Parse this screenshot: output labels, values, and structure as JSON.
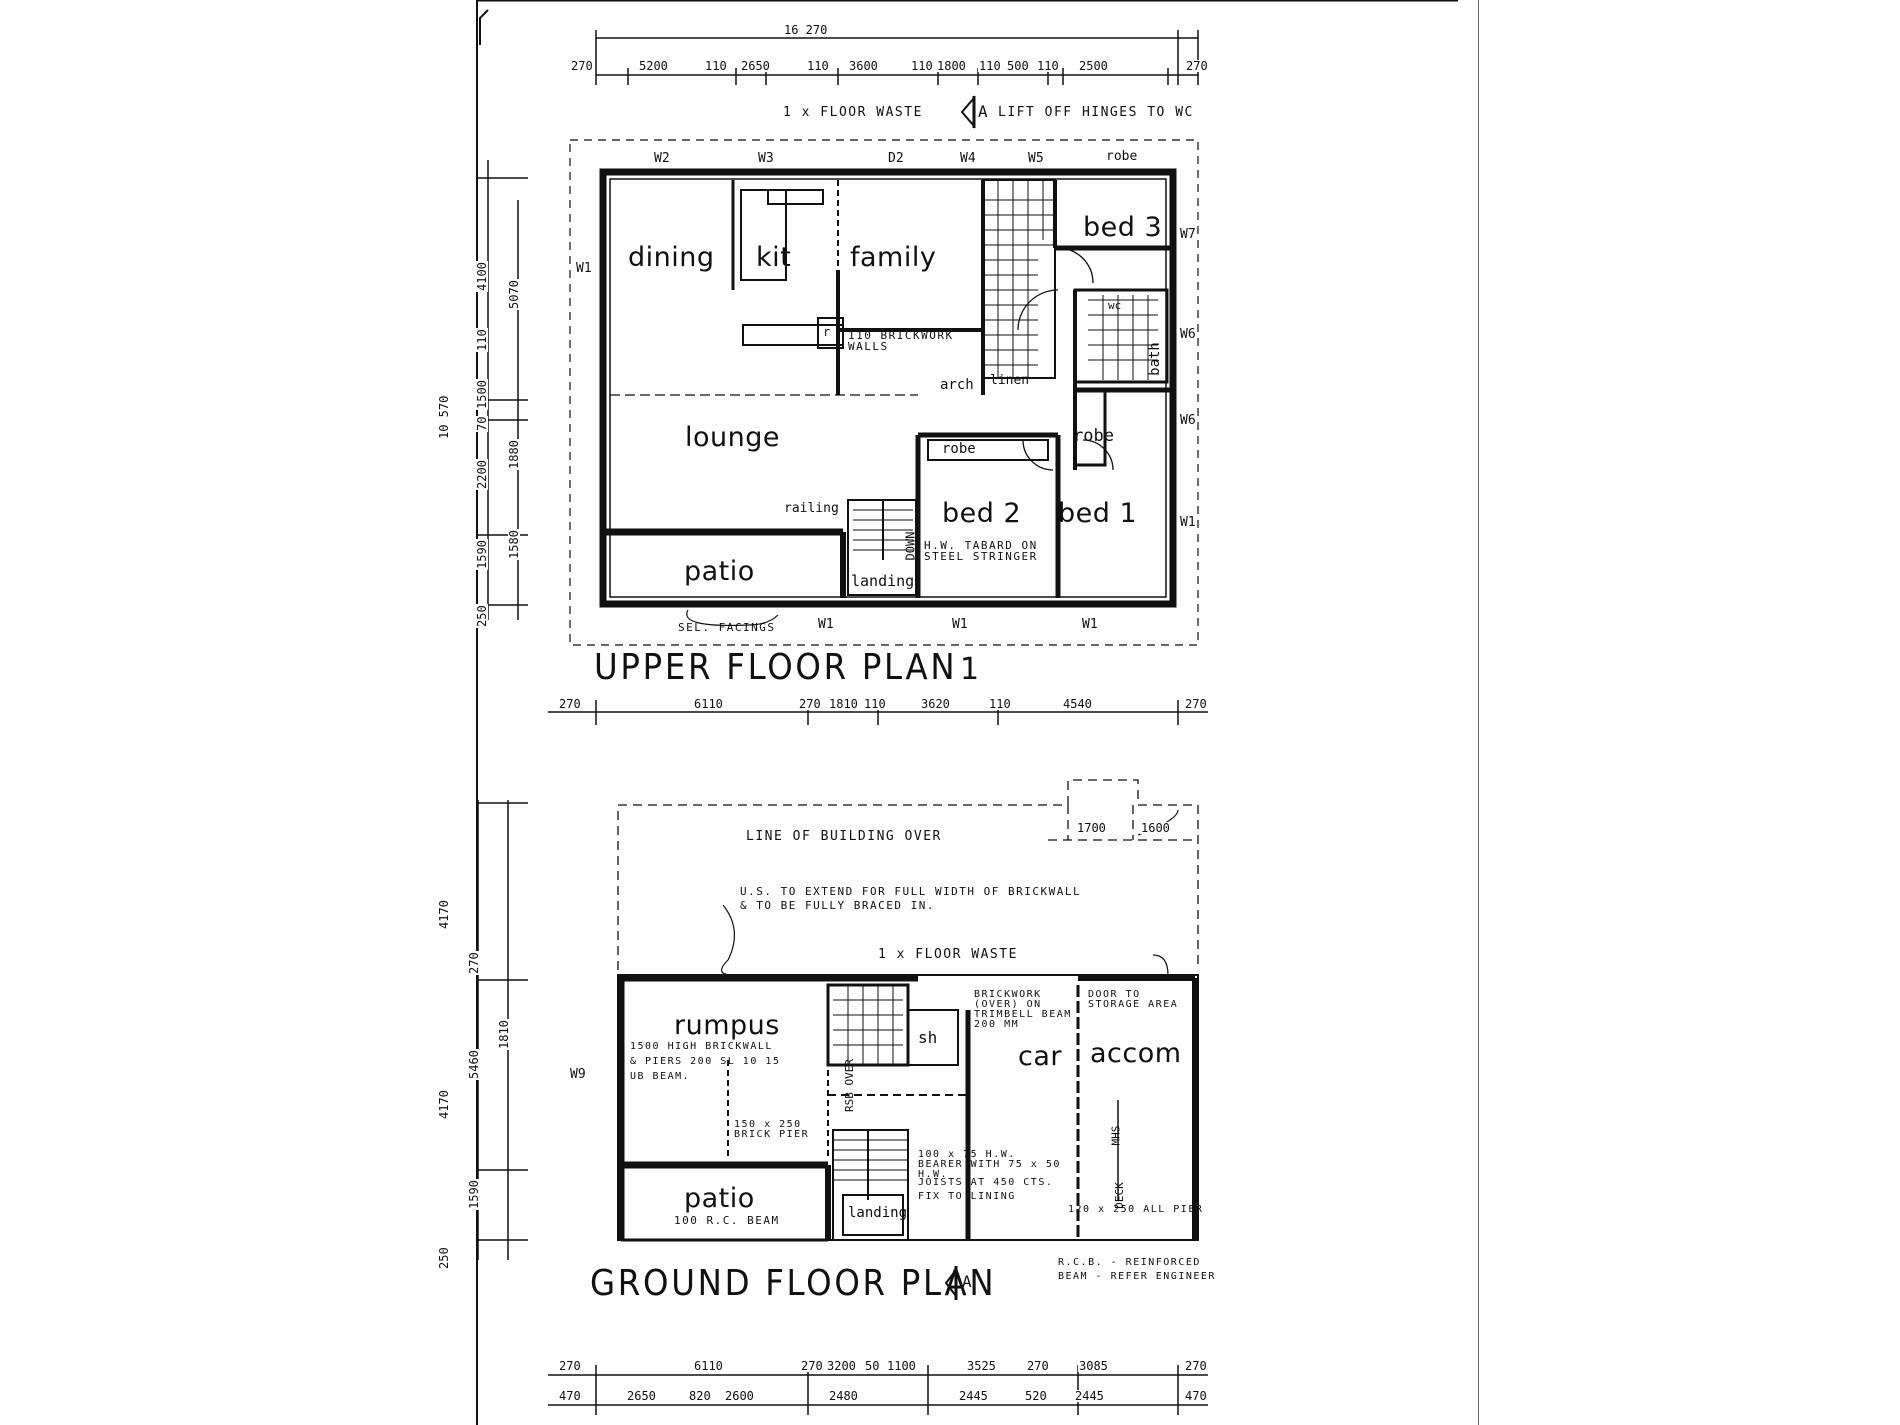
{
  "upper_plan": {
    "title": "UPPER FLOOR PLAN",
    "sheet_no": "1",
    "overall_dim": "16 270",
    "top_dims": [
      "270",
      "5200",
      "110",
      "2650",
      "110",
      "3600",
      "110",
      "1800",
      "110",
      "500",
      "110",
      "2500",
      "270"
    ],
    "bottom_dims": [
      "270",
      "6110",
      "270",
      "1810",
      "110",
      "3620",
      "110",
      "4540",
      "270"
    ],
    "left_overall": "10 570",
    "left_dims": [
      "4100",
      "110",
      "1500",
      "70",
      "2200",
      "1590",
      "250"
    ],
    "left_dims_inner": [
      "5070",
      "1880",
      "1580"
    ],
    "top_notes": [
      "1 x FLOOR WASTE",
      "LIFT OFF HINGES TO WC"
    ],
    "section_mark": "A",
    "rooms": {
      "dining": "dining",
      "kitchen": "kit",
      "family": "family",
      "bed3": "bed 3",
      "lounge": "lounge",
      "bed2": "bed 2",
      "bed1": "bed 1",
      "patio": "patio",
      "landing": "landing",
      "bath": "bath",
      "robe1": "robe",
      "robe2": "robe",
      "robe3": "robe",
      "linen": "linen",
      "arch": "arch",
      "wc": "wc",
      "railing": "railing",
      "down": "DOWN",
      "fridge": "r"
    },
    "notes": {
      "brickwork": "110 BRICKWORK WALLS",
      "tabard": "H.W. TABARD ON STEEL STRINGER",
      "facings": "SEL. FACINGS"
    },
    "windows": {
      "w2": "W2",
      "w3": "W3",
      "d2": "D2",
      "w4": "W4",
      "w5": "W5",
      "w1_left": "W1",
      "w7": "W7",
      "w6_a": "W6",
      "w6_b": "W6",
      "w1_right": "W1",
      "w1_b1": "W1",
      "w1_b2": "W1",
      "w1_b3": "W1"
    }
  },
  "ground_plan": {
    "title": "GROUND FLOOR PLAN",
    "section_mark": "A",
    "top_dims": [
      "1700",
      "1600"
    ],
    "bottom_dims_a": [
      "270",
      "6110",
      "270",
      "3200",
      "50",
      "1100",
      "3525",
      "270",
      "3085",
      "270"
    ],
    "bottom_dims_b": [
      "470",
      "2650",
      "820",
      "2600",
      "2480",
      "2445",
      "520",
      "2445",
      "470"
    ],
    "left_dims": [
      "4170",
      "270",
      "5460",
      "4170",
      "1810",
      "1590",
      "250"
    ],
    "rooms": {
      "rumpus": "rumpus",
      "car": "car",
      "accom": "accom",
      "patio": "patio",
      "landing": "landing",
      "shower": "sh",
      "rsb": "RSB OVER"
    },
    "notes": {
      "line_over": "LINE OF BUILDING OVER",
      "us_extend": "U.S. TO EXTEND FOR FULL WIDTH OF BRICKWALL",
      "us_bracing": "& TO BE FULLY BRACED IN.",
      "floor_waste": "1 x FLOOR WASTE",
      "rumpus_wall": "1500 HIGH BRICKWALL",
      "rumpus_beam": "& PIERS 200 SL 10 15",
      "rumpus_ub": "UB BEAM.",
      "brick_pier": "150 x 250 BRICK PIER",
      "brickwork_over": "BRICKWORK (OVER) ON TRIMBELL BEAM 200 MM",
      "bearer": "100 x 75 H.W. BEARER WITH 75 x 50 H.W.",
      "joists": "JOISTS AT 450 CTS.",
      "lining": "FIX TO LINING",
      "door_storage": "DOOR TO STORAGE AREA",
      "beam_rc": "100 R.C. BEAM",
      "slab_rc": "120 x 250 ALL PIER",
      "rcb": "R.C.B. - REINFORCED",
      "rcb2": "BEAM - REFER ENGINEER",
      "mhs": "MHS",
      "steel": "DECK",
      "w9": "W9"
    }
  }
}
